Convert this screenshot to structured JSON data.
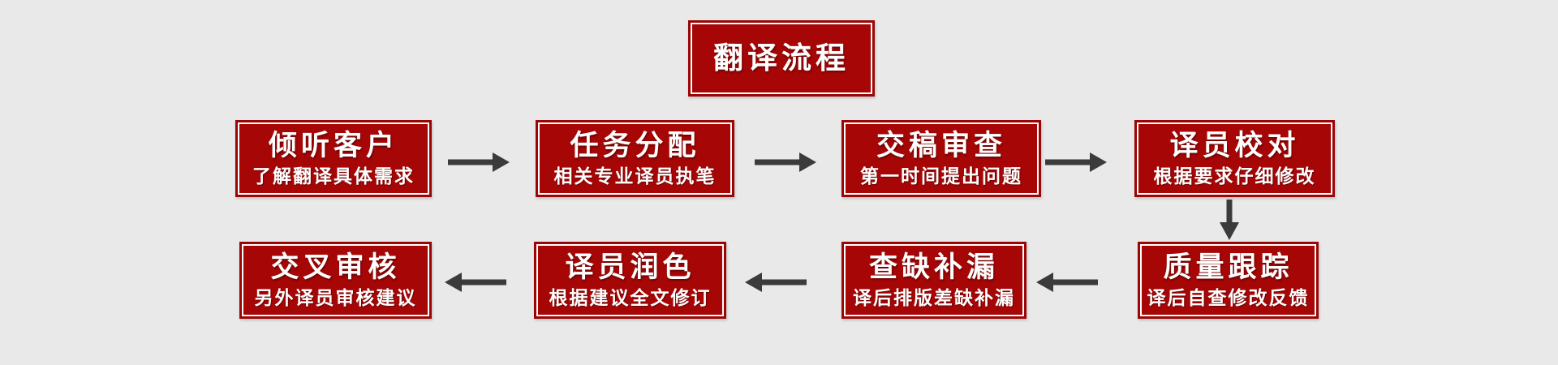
{
  "title_box": {
    "label": "翻译流程"
  },
  "colors": {
    "background": "#e9e9e9",
    "box_fill": "#a60606",
    "box_border": "#9b0505",
    "inner_line": "#ffffff",
    "arrow": "#3b3b3b",
    "text": "#ffffff"
  },
  "flow": {
    "row1": [
      {
        "title": "倾听客户",
        "subtitle": "了解翻译具体需求"
      },
      {
        "title": "任务分配",
        "subtitle": "相关专业译员执笔"
      },
      {
        "title": "交稿审查",
        "subtitle": "第一时间提出问题"
      },
      {
        "title": "译员校对",
        "subtitle": "根据要求仔细修改"
      }
    ],
    "row2": [
      {
        "title": "交叉审核",
        "subtitle": "另外译员审核建议"
      },
      {
        "title": "译员润色",
        "subtitle": "根据建议全文修订"
      },
      {
        "title": "查缺补漏",
        "subtitle": "译后排版差缺补漏"
      },
      {
        "title": "质量跟踪",
        "subtitle": "译后自查修改反馈"
      }
    ]
  }
}
